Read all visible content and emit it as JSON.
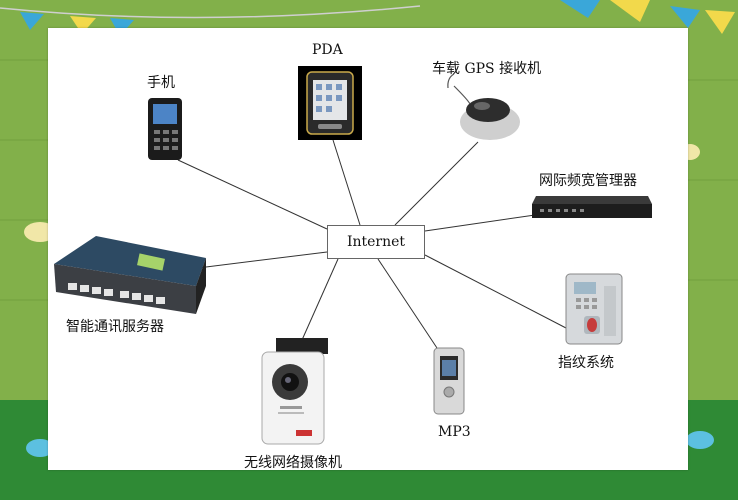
{
  "diagram": {
    "hub": {
      "label": "Internet"
    },
    "devices": [
      {
        "id": "phone",
        "label": "手机"
      },
      {
        "id": "pda",
        "label": "PDA"
      },
      {
        "id": "gps",
        "label": "车载 GPS 接收机"
      },
      {
        "id": "bandwidth",
        "label": "网际频宽管理器"
      },
      {
        "id": "server",
        "label": "智能通讯服务器"
      },
      {
        "id": "fingerprint",
        "label": "指纹系统"
      },
      {
        "id": "camera",
        "label": "无线网络摄像机"
      },
      {
        "id": "mp3",
        "label": "MP3"
      }
    ]
  },
  "colors": {
    "background_green": "#7fae45",
    "line": "#333333"
  }
}
